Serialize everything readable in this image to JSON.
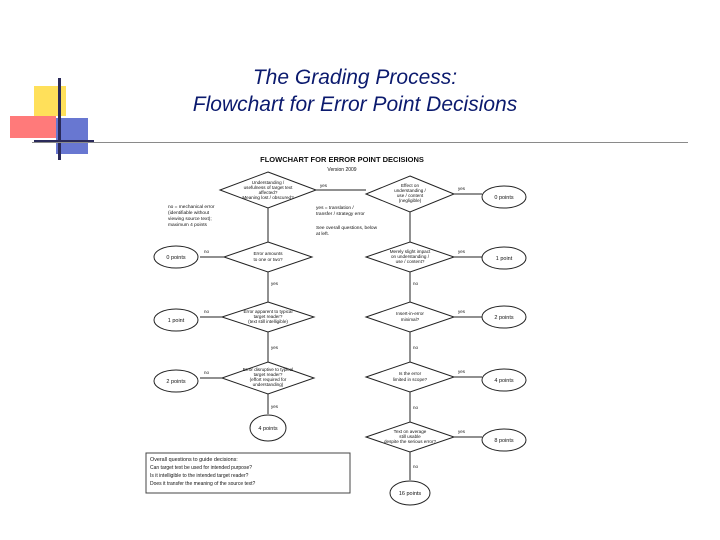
{
  "slide": {
    "title_line1": "The Grading Process:",
    "title_line2": "Flowchart for Error Point Decisions"
  },
  "colors": {
    "title": "#0b1a6e",
    "deco_yellow": "#ffe05a",
    "deco_red": "#ff6b6b",
    "deco_blue": "#4e5fc9",
    "deco_bar": "#2a2a5a"
  },
  "flowchart": {
    "heading": "FLOWCHART FOR ERROR POINT DECISIONS",
    "version": "Version 2009",
    "left_column": {
      "d1": [
        "Understanding /",
        "usefulness of target text",
        "affected?",
        "Meaning lost / obscured?"
      ],
      "d2": [
        "Error amounts",
        "to one or two?"
      ],
      "d3": [
        "Error apparent to typical",
        "target reader?",
        "(text still intelligible)"
      ],
      "d4": [
        "Error disruptive to typical",
        "target reader?",
        "(effort required for",
        "understanding)"
      ],
      "end_points": "4 points"
    },
    "right_column": {
      "r1": [
        "Effect on",
        "understanding /",
        "use / content",
        "(negligible)"
      ],
      "r2": [
        "Merely slight impact",
        "on understanding /",
        "use / content?"
      ],
      "r3": [
        "Insert-in-error",
        "minimal?"
      ],
      "r4": [
        "Is the error",
        "limited in scope?"
      ],
      "r5": [
        "Text on average",
        "still usable",
        "despite the serious error?"
      ],
      "end_points": "16 points"
    },
    "outcomes_left": [
      "0 points",
      "1 point",
      "2 points"
    ],
    "outcomes_right": [
      "0 points",
      "1 point",
      "2 points",
      "4 points",
      "8 points"
    ],
    "labels": {
      "no": "no",
      "yes": "yes",
      "no_note": [
        "no = mechanical error",
        "(identifiable without",
        "viewing source text);",
        "maximum 4 points"
      ],
      "yes_note": [
        "yes = translation /",
        "transfer / strategy error"
      ],
      "see_note": [
        "See overall questions, below",
        "at left."
      ]
    },
    "questions": {
      "heading": "Overall questions to guide decisions:",
      "items": [
        "Can target text be used for intended purpose?",
        "Is it intelligible to the intended target reader?",
        "Does it transfer the meaning of the source text?"
      ]
    }
  }
}
